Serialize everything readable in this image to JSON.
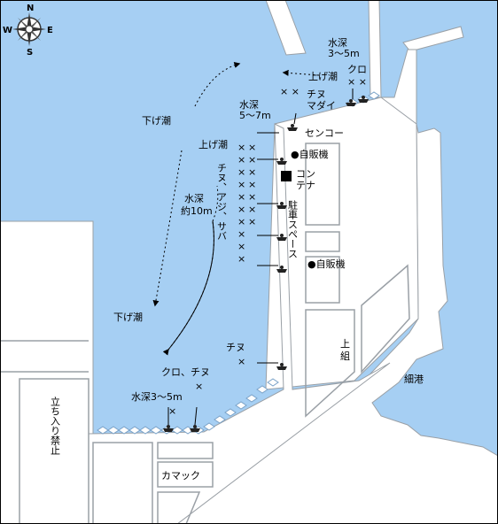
{
  "compass": {
    "n": "N",
    "s": "S",
    "e": "E",
    "w": "W"
  },
  "labels": {
    "depth_top": "水深",
    "depth_top_value": "3～5m",
    "kuro_top": "クロ",
    "uwageshio_top": "上げ潮",
    "chinu_madai_1": "チヌ",
    "chinu_madai_2": "マダイ",
    "depth_mid": "水深",
    "depth_mid_value": "5～7m",
    "sagegeshio_top": "下げ潮",
    "senko": "センコー",
    "uwageshio_mid": "上げ潮",
    "vending_1": "●自販機",
    "container_1": "コン",
    "container_2": "テナ",
    "fish_list": "チヌ、アジ、サバ",
    "depth_center": "水深",
    "depth_center_value": "約10m",
    "parking": "駐車スペース",
    "vending_2": "●自販機",
    "sagegeshio_bottom": "下げ潮",
    "kami_gumi_1": "上",
    "kami_gumi_2": "組",
    "chinu_bottom": "チヌ",
    "hosominato": "細港",
    "kuro_chinu": "クロ、チヌ",
    "depth_bottom": "水深3～5m",
    "no_entry": "立ち入り禁止",
    "kamakku": "カマック"
  },
  "colors": {
    "water": "#a6cff3",
    "land": "#ffffff",
    "outline": "#9aa0a6"
  }
}
